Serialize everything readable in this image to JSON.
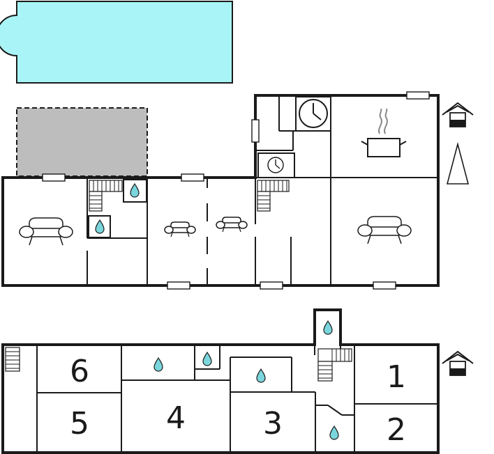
{
  "ground_floor": {
    "features": [
      "pool",
      "terrace",
      "kitchen",
      "clock",
      "bathroom",
      "stairs",
      "sofa",
      "entrance",
      "north-arrow"
    ]
  },
  "upper_floor": {
    "rooms": [
      {
        "label": "1"
      },
      {
        "label": "2"
      },
      {
        "label": "3"
      },
      {
        "label": "4"
      },
      {
        "label": "5"
      },
      {
        "label": "6"
      }
    ]
  },
  "colors": {
    "pool": "#a8f4f6",
    "terrace": "#bdbdbd",
    "water_drop": "#7ad6dc",
    "walls": "#1a1a1a"
  }
}
